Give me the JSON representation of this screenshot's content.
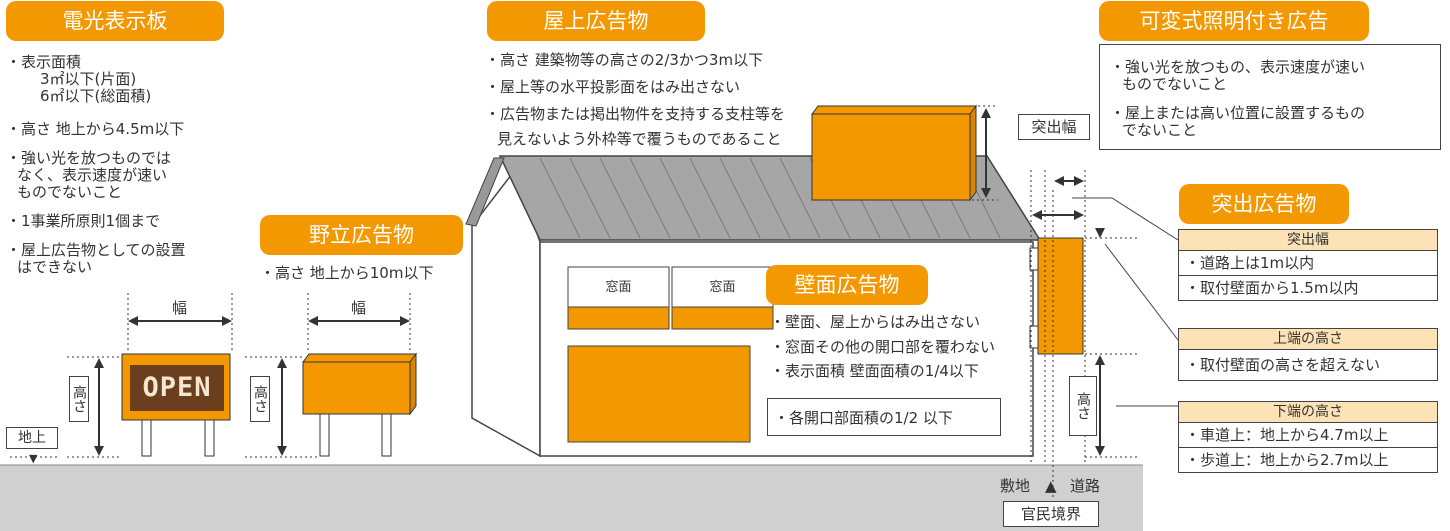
{
  "colors": {
    "accent": "#F39800",
    "header_fill": "#FDE2B5",
    "ground": "#D0D0D0",
    "roof": "#A6A6A6"
  },
  "electric": {
    "title": "電光表示板",
    "items": [
      "・表示面積",
      "3㎡以下(片面)",
      "6㎡以下(総面積)",
      "・高さ 地上から4.5m以下",
      "・強い光を放つものでは",
      "なく、表示速度が速い",
      "ものでないこと",
      "・1事業所原則1個まで",
      "・屋上広告物としての設置",
      "はできない"
    ],
    "sign_text": "OPEN",
    "width_label": "幅",
    "height_label": "高さ"
  },
  "ground_label": "地上",
  "freestanding": {
    "title": "野立広告物",
    "item": "・高さ 地上から10m以下",
    "width_label": "幅",
    "height_label": "高さ"
  },
  "rooftop": {
    "title": "屋上広告物",
    "items": [
      "・高さ 建築物等の高さの2/3かつ3m以下",
      "・屋上等の水平投影面をはみ出さない",
      "・広告物または掲出物件を支持する支柱等を",
      "見えないよう外枠等で覆うものであること"
    ]
  },
  "variable": {
    "title": "可変式照明付き広告",
    "items": [
      "・強い光を放つもの、表示速度が速い",
      "ものでないこと",
      "・屋上または高い位置に設置するもの",
      "でないこと"
    ]
  },
  "projection_width_label": "突出幅",
  "wall": {
    "title": "壁面広告物",
    "window1": "窓面",
    "window2": "窓面",
    "items": [
      "・壁面、屋上からはみ出さない",
      "・窓面その他の開口部を覆わない",
      "・表示面積 壁面面積の1/4以下"
    ],
    "box": "・各開口部面積の1/2 以下"
  },
  "projecting": {
    "title": "突出広告物",
    "height_label": "高さ",
    "width_block": {
      "header": "突出幅",
      "rows": [
        "・道路上は1m以内",
        "・取付壁面から1.5m以内"
      ]
    },
    "top_block": {
      "header": "上端の高さ",
      "rows": [
        "・取付壁面の高さを超えない"
      ]
    },
    "bottom_block": {
      "header": "下端の高さ",
      "rows": [
        "・車道上：地上から4.7m以上",
        "・歩道上：地上から2.7m以上"
      ]
    }
  },
  "boundary": {
    "left": "敷地",
    "right": "道路",
    "label": "官民境界",
    "arrow": "▲"
  }
}
